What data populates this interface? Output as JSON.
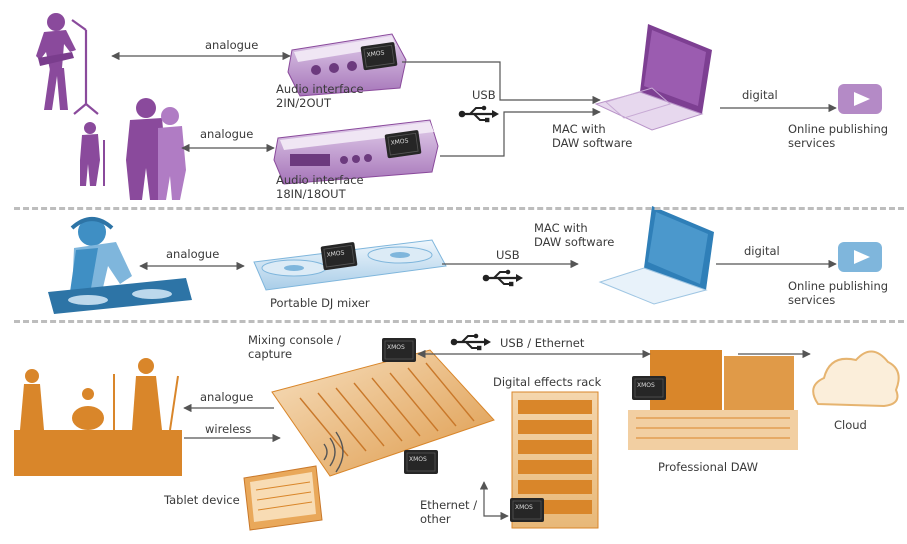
{
  "colors": {
    "purple": "#8a4a9c",
    "purple_light": "#c9a8d6",
    "blue": "#3f8fc4",
    "blue_light": "#bcd8ec",
    "orange": "#d9862a",
    "orange_light": "#f2cfa2",
    "line": "#555555",
    "divider": "#bdbdbd",
    "chip": "#262626"
  },
  "icons": [
    "singer-silhouette-icon",
    "duo-singers-silhouette-icon",
    "dj-silhouette-icon",
    "band-silhouette-icon",
    "usb-icon",
    "laptop-icon",
    "video-play-icon",
    "cloud-icon",
    "xmos-chip-icon",
    "tablet-icon",
    "wireless-icon"
  ],
  "row1": {
    "analogue_top": "analogue",
    "analogue_bottom": "analogue",
    "interface_small": "Audio interface\n2IN/2OUT",
    "interface_large": "Audio interface\n18IN/18OUT",
    "usb": "USB",
    "mac": "MAC with\nDAW software",
    "digital": "digital",
    "publishing": "Online publishing\nservices"
  },
  "row2": {
    "analogue": "analogue",
    "dj_mixer": "Portable DJ mixer",
    "usb": "USB",
    "mac": "MAC with\nDAW software",
    "digital": "digital",
    "publishing": "Online publishing\nservices"
  },
  "row3": {
    "mixing_console": "Mixing console /\ncapture",
    "usb_ethernet": "USB / Ethernet",
    "analogue": "analogue",
    "wireless": "wireless",
    "effects_rack": "Digital effects rack",
    "professional_daw": "Professional DAW",
    "cloud": "Cloud",
    "tablet": "Tablet device",
    "ethernet_other": "Ethernet /\nother"
  }
}
